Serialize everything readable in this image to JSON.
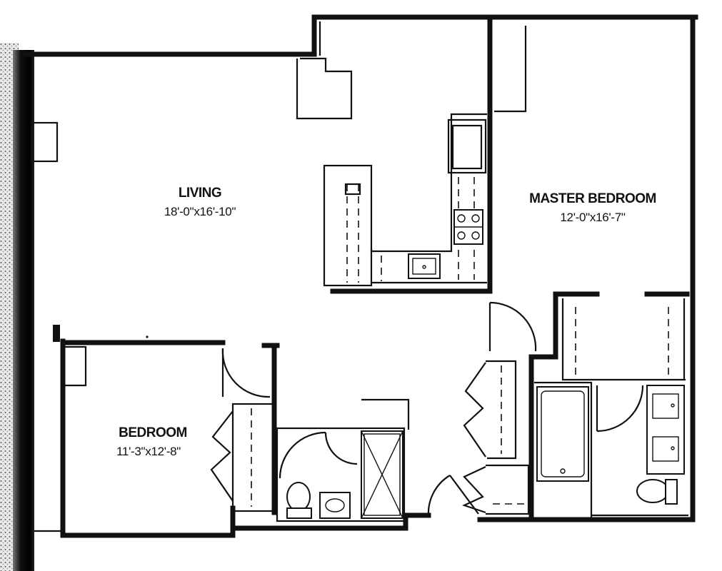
{
  "rooms": {
    "living": {
      "name": "LIVING",
      "dimensions": "18'-0\"x16'-10\""
    },
    "master_bedroom": {
      "name": "MASTER BEDROOM",
      "dimensions": "12'-0\"x16'-7\""
    },
    "bedroom": {
      "name": "BEDROOM",
      "dimensions": "11'-3\"x12'-8\""
    }
  },
  "colors": {
    "line": "#111111",
    "background": "#ffffff"
  }
}
